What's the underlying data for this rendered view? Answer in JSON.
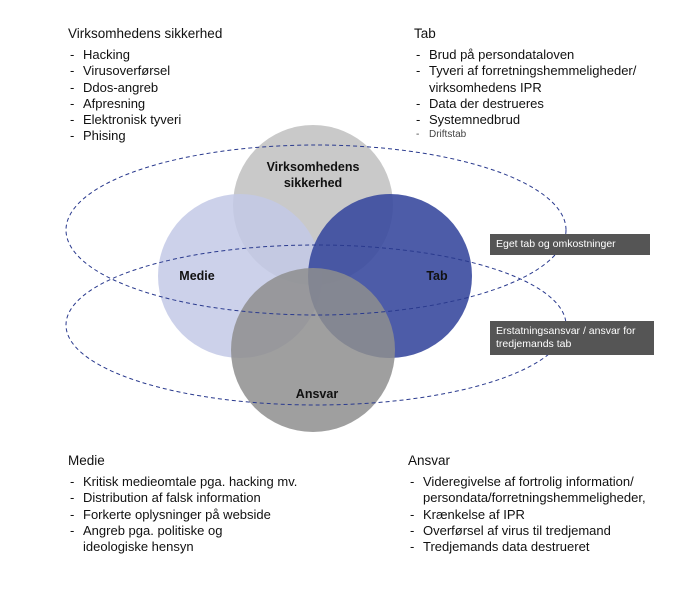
{
  "top_left": {
    "title": "Virksomhedens sikkerhed",
    "items": [
      "Hacking",
      "Virusoverførsel",
      "Ddos-angreb",
      "Afpresning",
      "Elektronisk tyveri",
      "Phising"
    ]
  },
  "top_right": {
    "title": "Tab",
    "items": [
      "Brud på persondataloven",
      "Tyveri af forretningshemmeligheder/ virksomhedens IPR",
      "Data der destrueres",
      "Systemnedbrud"
    ],
    "small_item": "Driftstab"
  },
  "bottom_left": {
    "title": "Medie",
    "items": [
      "Kritisk medieomtale pga. hacking mv.",
      "Distribution af falsk information",
      "Forkerte oplysninger på webside",
      "Angreb pga. politiske og ideologiske hensyn"
    ]
  },
  "bottom_right": {
    "title": "Ansvar",
    "items": [
      "Videregivelse af fortrolig information/ persondata/forretningshemmeligheder,",
      "Krænkelse af IPR",
      "Overførsel af virus til tredjemand",
      "Tredjemands data destrueret"
    ]
  },
  "circles": {
    "top": {
      "label_line1": "Virksomhedens",
      "label_line2": "sikkerhed",
      "color": "#c4c4c4"
    },
    "left": {
      "label": "Medie",
      "color": "#c3c9e6"
    },
    "right": {
      "label": "Tab",
      "color": "#3a4a9e"
    },
    "bottom": {
      "label": "Ansvar",
      "color": "#8e8e8e"
    }
  },
  "tags": {
    "upper": "Eget tab og omkostninger",
    "lower": "Erstatningsansvar / ansvar for tredjemands tab"
  }
}
